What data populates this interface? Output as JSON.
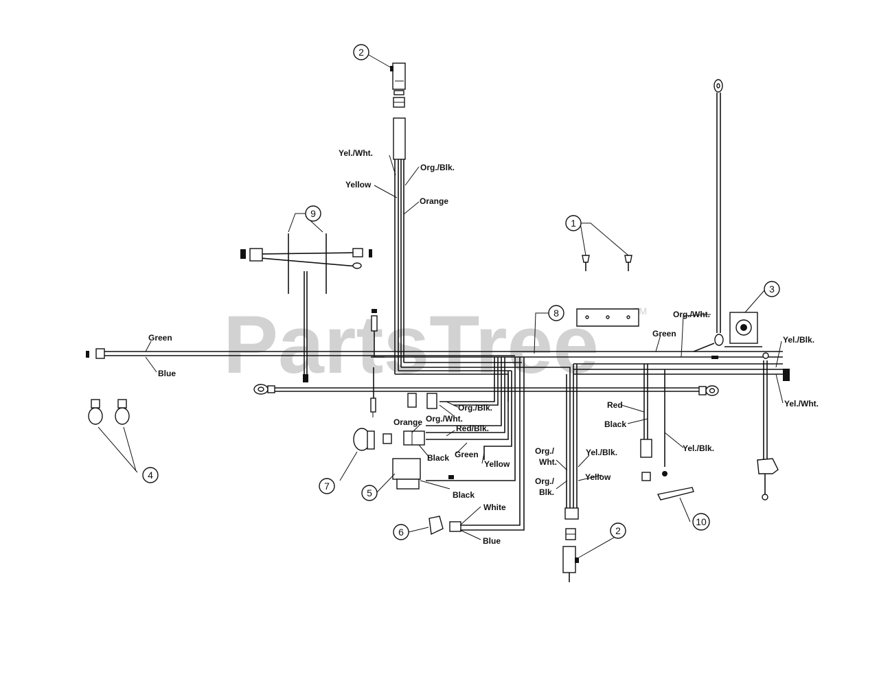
{
  "watermark": {
    "text": "PartsTree",
    "mark": "TM",
    "color": "#d2d2d2"
  },
  "callouts": {
    "c2_top": "2",
    "c9": "9",
    "c1": "1",
    "c3": "3",
    "c8": "8",
    "c4": "4",
    "c7": "7",
    "c5": "5",
    "c6": "6",
    "c2_bottom": "2",
    "c10": "10"
  },
  "wire_labels": {
    "yel_wht_top": "Yel./Wht.",
    "org_blk_top": "Org./Blk.",
    "yellow_top": "Yellow",
    "orange_top": "Orange",
    "org_wht_right": "Org./Wht.",
    "green_right": "Green",
    "yel_blk_right": "Yel./Blk.",
    "yel_wht_right": "Yel./Wht.",
    "green_left": "Green",
    "blue_left": "Blue",
    "org_blk_mid": "Org./Blk.",
    "org_wht_mid": "Org./Wht.",
    "orange_mid": "Orange",
    "red_blk": "Red/Blk.",
    "black_mid": "Black",
    "green_mid": "Green",
    "yellow_mid": "Yellow",
    "black_lower": "Black",
    "white": "White",
    "blue_lower": "Blue",
    "org_wht_low_1": "Org./",
    "org_wht_low_2": "Wht.",
    "yel_blk_low": "Yel./Blk.",
    "yellow_low": "Yellow",
    "org_blk_low_1": "Org./",
    "org_blk_low_2": "Blk.",
    "red": "Red",
    "black_right": "Black",
    "yel_blk_far": "Yel./Blk."
  }
}
